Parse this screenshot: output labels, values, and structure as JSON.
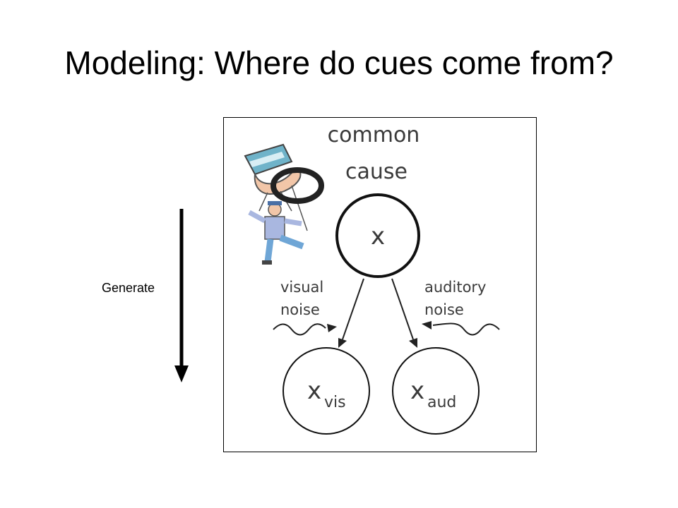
{
  "slide": {
    "title": "Modeling: Where do cues come from?",
    "generate_label": "Generate"
  },
  "diagram": {
    "common_cause_line1": "common",
    "common_cause_line2": "cause",
    "latent_node": "x",
    "visual_noise_line1": "visual",
    "visual_noise_line2": "noise",
    "auditory_noise_line1": "auditory",
    "auditory_noise_line2": "noise",
    "vis_node_main": "x",
    "vis_node_sub": "vis",
    "aud_node_main": "x",
    "aud_node_sub": "aud"
  }
}
